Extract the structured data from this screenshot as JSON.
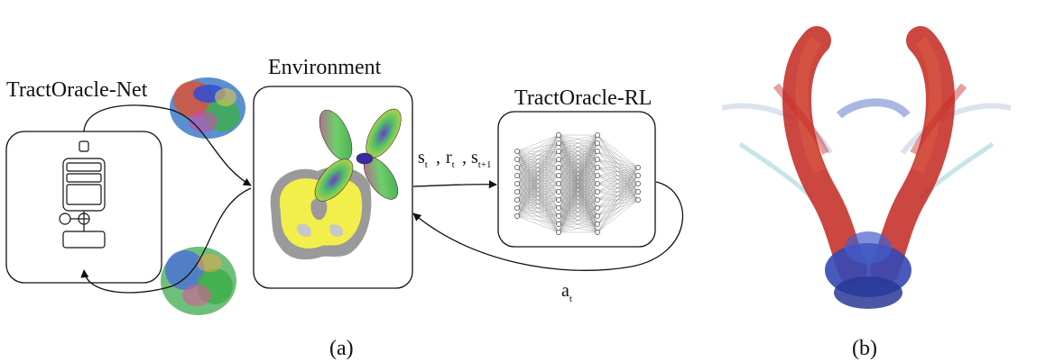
{
  "labels": {
    "tractoracle_net": "TractOracle-Net",
    "environment": "Environment",
    "tractoracle_rl": "TractOracle-RL",
    "caption_a": "(a)",
    "caption_b": "(b)"
  },
  "transition": {
    "s": "s",
    "s_sub": "t",
    "r": "r",
    "r_sub": "t",
    "s_next": "s",
    "s_next_sub": "t+1",
    "sep": ","
  },
  "action": {
    "a": "a",
    "a_sub": "t"
  },
  "network": {
    "layers": [
      9,
      13,
      13,
      5
    ]
  },
  "colors": {
    "tract_red": "#c0221a",
    "tract_blue": "#2a3fb0",
    "brain_yellow": "#f3ef4a",
    "brain_gray": "#9a9a9a",
    "line": "#111111"
  }
}
